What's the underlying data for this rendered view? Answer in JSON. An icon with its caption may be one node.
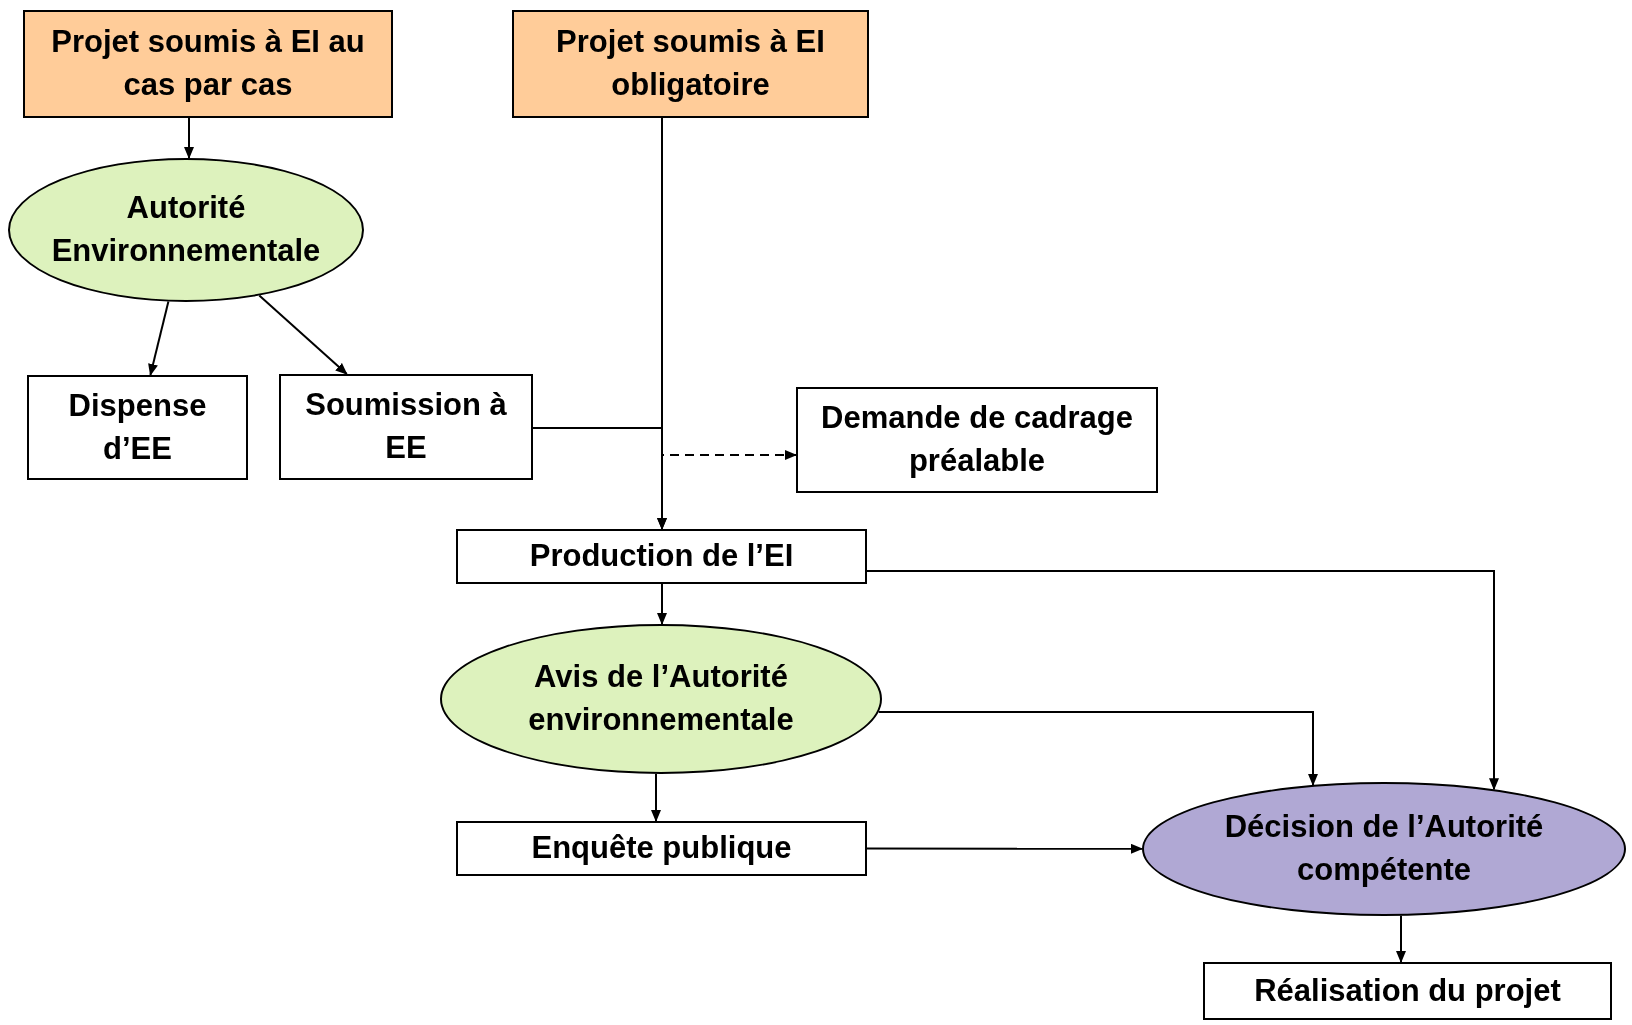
{
  "diagram": {
    "nodes": [
      {
        "text": [
          "Projet soumis à EI au cas par cas"
        ]
      },
      {
        "text": [
          "Projet soumis à EI obligatoire"
        ]
      },
      {
        "text": [
          "Autorité Environnementale"
        ]
      },
      {
        "text": [
          "Dispense d’EE"
        ]
      },
      {
        "text": [
          "Soumission à EE"
        ]
      },
      {
        "text": [
          "Demande de cadrage préalable"
        ]
      },
      {
        "text": [
          "Production de l’EI"
        ]
      },
      {
        "text": [
          "Avis de l’Autorité environnementale"
        ]
      },
      {
        "text": [
          "Enquête publique"
        ]
      },
      {
        "text": [
          "Décision de l’Autorité compétente"
        ]
      },
      {
        "text": [
          "Réalisation du projet"
        ]
      }
    ],
    "edges": [
      {
        "from": 0,
        "to": 2,
        "arrow": "to"
      },
      {
        "from": 2,
        "to": 3,
        "arrow": "to"
      },
      {
        "from": 2,
        "to": 4,
        "arrow": "to"
      },
      {
        "from": 1,
        "to": 6,
        "arrow": "to"
      },
      {
        "from": 4,
        "to": 6,
        "arrow": "to"
      },
      {
        "from": 1,
        "to": 5,
        "arrow": "to",
        "style": "dashed"
      },
      {
        "from": 6,
        "to": 7,
        "arrow": "to"
      },
      {
        "from": 6,
        "to": 9,
        "arrow": "to"
      },
      {
        "from": 7,
        "to": 9,
        "arrow": "to"
      },
      {
        "from": 7,
        "to": 8,
        "arrow": "to"
      },
      {
        "from": 8,
        "to": 9,
        "arrow": "to"
      },
      {
        "from": 9,
        "to": 10,
        "arrow": "to"
      }
    ]
  }
}
